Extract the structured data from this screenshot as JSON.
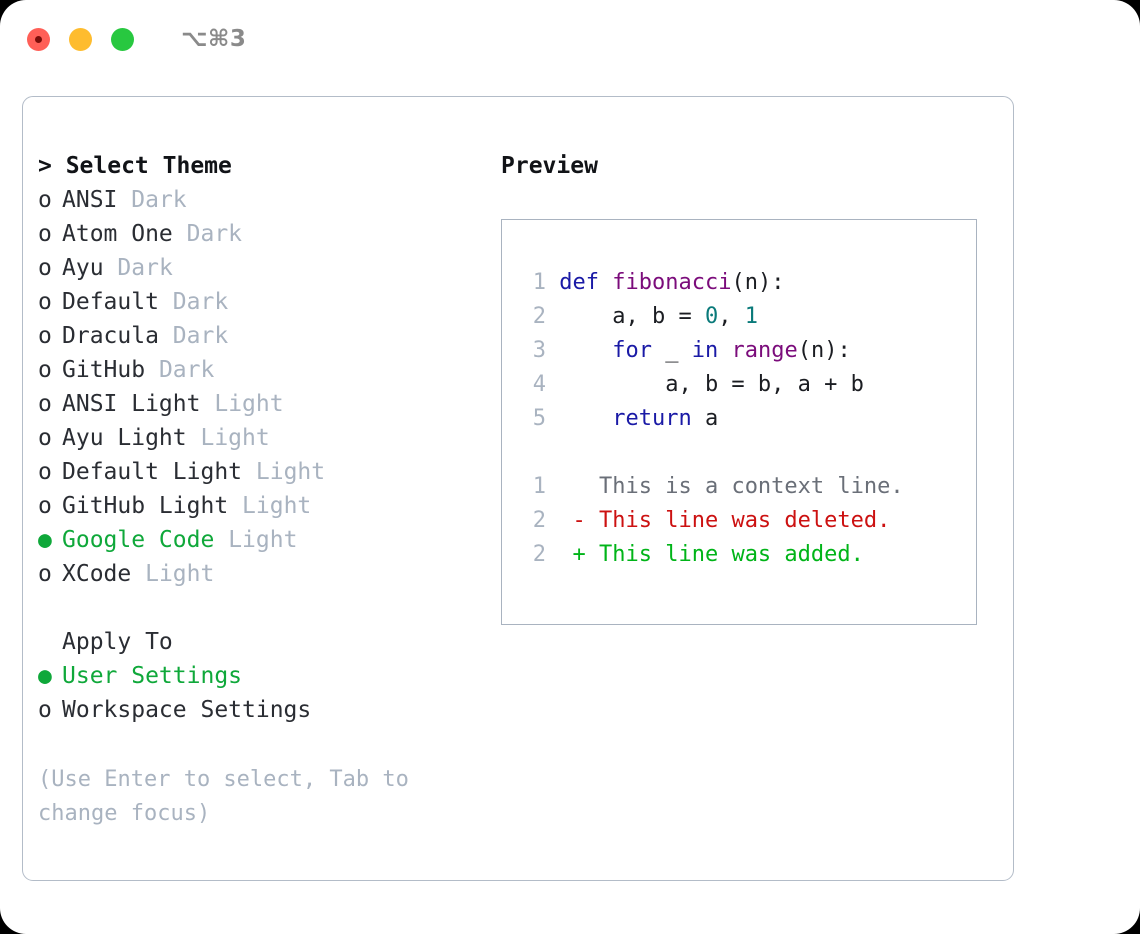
{
  "window": {
    "title": "⌥⌘3",
    "traffic_lights": [
      {
        "name": "close",
        "color": "#ff5f57"
      },
      {
        "name": "minimize",
        "color": "#febc2e"
      },
      {
        "name": "zoom",
        "color": "#28c840"
      }
    ]
  },
  "theme_picker": {
    "heading": "> Select Theme",
    "selected_theme": "Google Code",
    "items": [
      {
        "marker": "o",
        "name": "ANSI",
        "badge": "Dark",
        "selected": false
      },
      {
        "marker": "o",
        "name": "Atom One",
        "badge": "Dark",
        "selected": false
      },
      {
        "marker": "o",
        "name": "Ayu",
        "badge": "Dark",
        "selected": false
      },
      {
        "marker": "o",
        "name": "Default",
        "badge": "Dark",
        "selected": false
      },
      {
        "marker": "o",
        "name": "Dracula",
        "badge": "Dark",
        "selected": false
      },
      {
        "marker": "o",
        "name": "GitHub",
        "badge": "Dark",
        "selected": false
      },
      {
        "marker": "o",
        "name": "ANSI Light",
        "badge": "Light",
        "selected": false
      },
      {
        "marker": "o",
        "name": "Ayu Light",
        "badge": "Light",
        "selected": false
      },
      {
        "marker": "o",
        "name": "Default Light",
        "badge": "Light",
        "selected": false
      },
      {
        "marker": "o",
        "name": "GitHub Light",
        "badge": "Light",
        "selected": false
      },
      {
        "marker": "●",
        "name": "Google Code",
        "badge": "Light",
        "selected": true
      },
      {
        "marker": "o",
        "name": "XCode",
        "badge": "Light",
        "selected": false
      }
    ]
  },
  "apply_to": {
    "heading": "Apply To",
    "selected": "User Settings",
    "items": [
      {
        "marker": "●",
        "label": "User Settings",
        "selected": true
      },
      {
        "marker": "o",
        "label": "Workspace Settings",
        "selected": false
      }
    ]
  },
  "hint": "(Use Enter to select, Tab to\nchange focus)",
  "preview": {
    "title": "Preview",
    "code_lines": [
      {
        "num": "1",
        "tokens": [
          {
            "t": "def ",
            "c": "kw"
          },
          {
            "t": "fibonacci",
            "c": "fn"
          },
          {
            "t": "(n):",
            "c": "pln"
          }
        ]
      },
      {
        "num": "2",
        "tokens": [
          {
            "t": "    a, b = ",
            "c": "pln"
          },
          {
            "t": "0",
            "c": "num"
          },
          {
            "t": ", ",
            "c": "pln"
          },
          {
            "t": "1",
            "c": "num"
          }
        ]
      },
      {
        "num": "3",
        "tokens": [
          {
            "t": "    ",
            "c": "pln"
          },
          {
            "t": "for",
            "c": "kw"
          },
          {
            "t": " _ ",
            "c": "pln"
          },
          {
            "t": "in",
            "c": "kw"
          },
          {
            "t": " ",
            "c": "pln"
          },
          {
            "t": "range",
            "c": "fn"
          },
          {
            "t": "(n):",
            "c": "pln"
          }
        ]
      },
      {
        "num": "4",
        "tokens": [
          {
            "t": "        a, b = b, a + b",
            "c": "pln"
          }
        ]
      },
      {
        "num": "5",
        "tokens": [
          {
            "t": "    ",
            "c": "pln"
          },
          {
            "t": "return",
            "c": "kw"
          },
          {
            "t": " a",
            "c": "pln"
          }
        ]
      }
    ],
    "diff_lines": [
      {
        "num": "1",
        "sign": " ",
        "text": " This is a context line.",
        "kind": "ctx"
      },
      {
        "num": "2",
        "sign": "-",
        "text": " This line was deleted.",
        "kind": "del"
      },
      {
        "num": "2",
        "sign": "+",
        "text": " This line was added.",
        "kind": "add"
      }
    ]
  },
  "colors": {
    "accent_green": "#0fa83a",
    "muted": "#a9b3c0",
    "keyword": "#1a1aa6",
    "function": "#7b0c7b",
    "number": "#0a7a7a",
    "diff_delete": "#cc1111",
    "diff_add": "#00b418",
    "border": "#b3bcc8"
  }
}
